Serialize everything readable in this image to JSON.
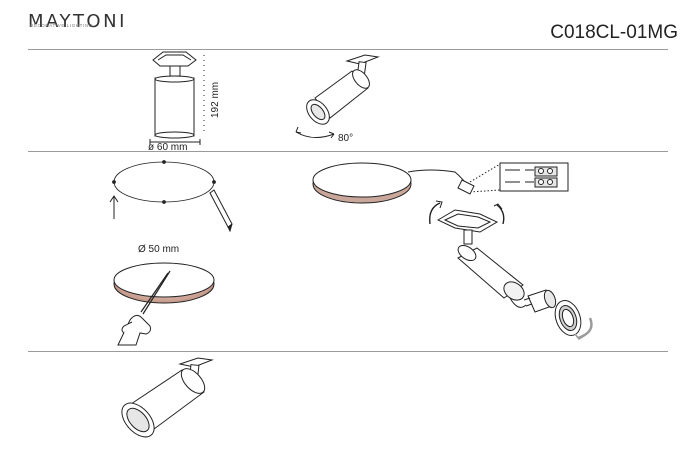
{
  "header": {
    "brand": "MAYTONI",
    "tagline": "DECORATIVE LIGHTING",
    "model": "C018CL-01MG"
  },
  "figures": {
    "height_label": "192 mm",
    "diameter_label": "ø 60 mm",
    "rotation_label": "80°",
    "cutout_label": "Ø 50 mm"
  },
  "colors": {
    "rule": "#9a9a9a",
    "cutout_fill": "#c49787",
    "line": "#222222"
  }
}
